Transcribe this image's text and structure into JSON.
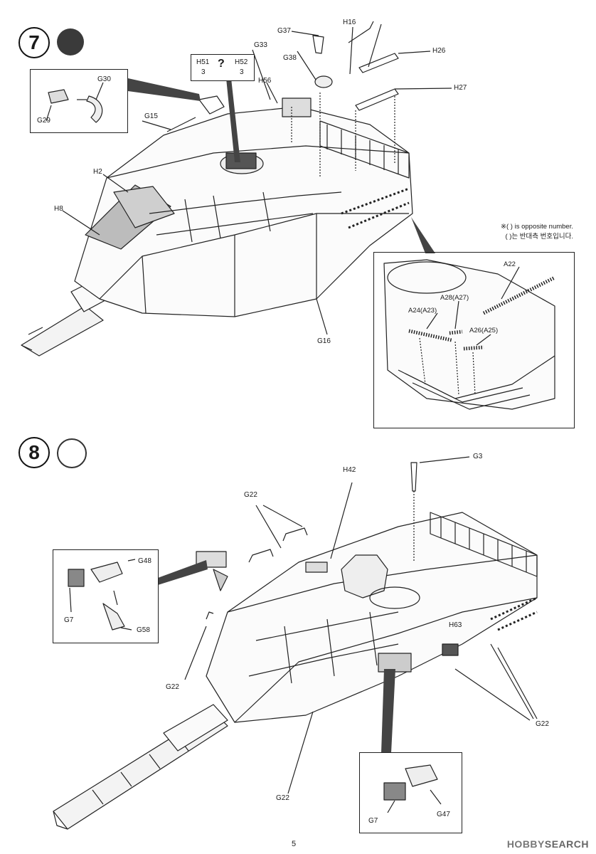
{
  "steps": [
    {
      "number": "7"
    },
    {
      "number": "8"
    }
  ],
  "page_number": "5",
  "watermark": {
    "brand": "HOBBY",
    "suffix": "SEARCH"
  },
  "note": {
    "line1": "※( ) is opposite number.",
    "line2": "( )는 반대측 번호입니다."
  },
  "option_badge": {
    "left": "H51",
    "right": "H52",
    "left_count": "3",
    "right_count": "3",
    "symbol": "?"
  },
  "step7": {
    "labels": [
      "G37",
      "H16",
      "G33",
      "G38",
      "H26",
      "H56",
      "H27",
      "G30",
      "G29",
      "G15",
      "H2",
      "H8",
      "G16"
    ],
    "detail_labels": [
      "A22",
      "A28(A27)",
      "A24(A23)",
      "A26(A25)"
    ]
  },
  "step8": {
    "labels": [
      "G3",
      "H42",
      "G22",
      "G48",
      "G7",
      "G58",
      "G22",
      "H63",
      "G22",
      "G22"
    ],
    "detail_labels": [
      "G7",
      "G47"
    ]
  }
}
